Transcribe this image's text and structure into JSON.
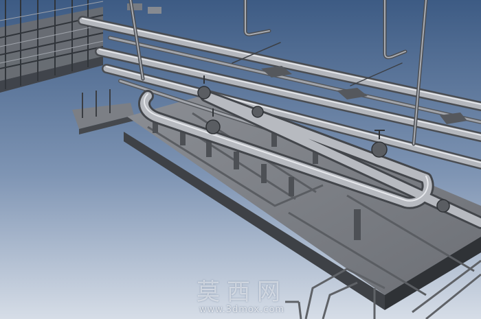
{
  "scene": {
    "subject": "pipe-rack-3d-render",
    "colors": {
      "background_top": "#3d5b84",
      "background_mid": "#7f95b4",
      "background_bottom": "#d6dde7",
      "steel_light": "#b9bcc2",
      "steel_mid": "#8d9096",
      "steel_dark": "#4a4d52"
    }
  },
  "watermark": {
    "brand_cn": "莫西网",
    "url": "www.3dmox.com"
  }
}
